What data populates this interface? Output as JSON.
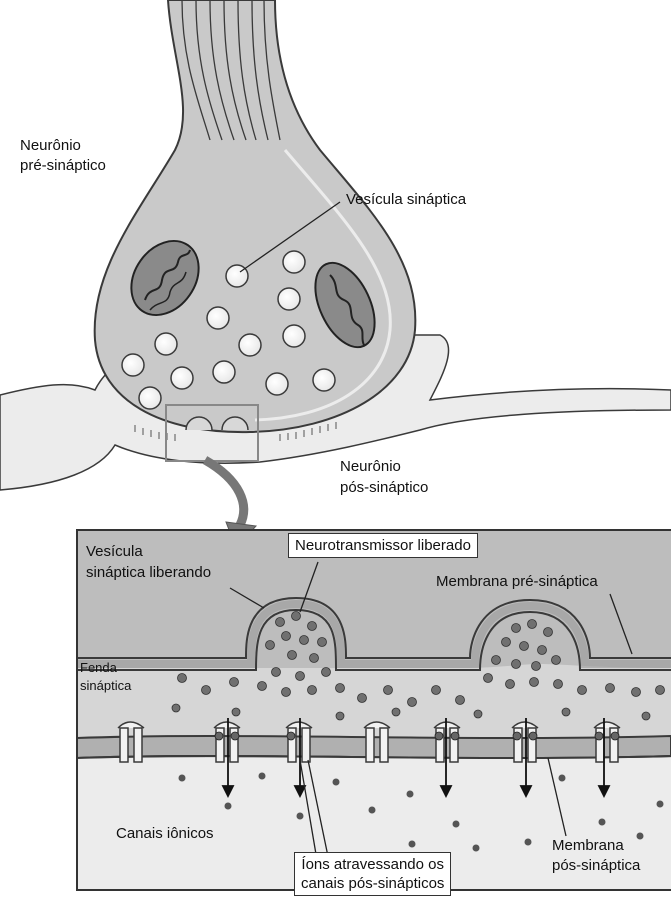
{
  "labels": {
    "presynaptic_neuron_line1": "Neurônio",
    "presynaptic_neuron_line2": "pré-sináptico",
    "synaptic_vesicle": "Vesícula sináptica",
    "postsynaptic_neuron_line1": "Neurônio",
    "postsynaptic_neuron_line2": "pós-sináptico",
    "vesicle_releasing_line1": "Vesícula",
    "vesicle_releasing_line2": "sináptica liberando",
    "neurotransmitter_released": "Neurotransmissor liberado",
    "presynaptic_membrane": "Membrana pré-sináptica",
    "synaptic_cleft_line1": "Fenda",
    "synaptic_cleft_line2": "sináptica",
    "ion_channels": "Canais iônicos",
    "ions_crossing_line1": "Íons atravessando os",
    "ions_crossing_line2": "canais pós-sinápticos",
    "postsynaptic_membrane_line1": "Membrana",
    "postsynaptic_membrane_line2": "pós-sináptica"
  },
  "colors": {
    "neuron_fill": "#c9c9c9",
    "neuron_light": "#e4e4e4",
    "outline": "#3a3a3a",
    "vesicle_fill": "#f4f4f4",
    "neurotransmitter": "#6f6f6f",
    "channel_fill": "#f2f2f2",
    "panel_background": "#d6d6d6"
  }
}
